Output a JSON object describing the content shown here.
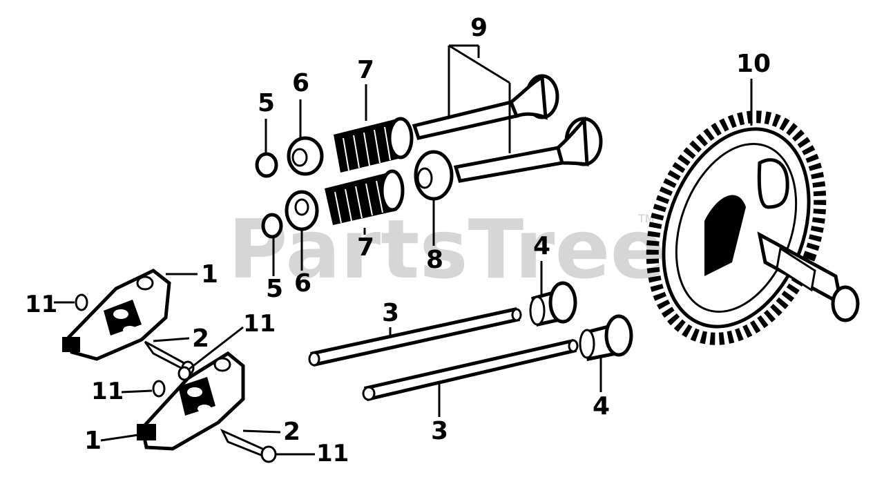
{
  "watermark": {
    "brand": "PartsTree",
    "trademark": "TM"
  },
  "callouts": {
    "n1a": "1",
    "n1b": "1",
    "n2a": "2",
    "n2b": "2",
    "n3a": "3",
    "n3b": "3",
    "n4a": "4",
    "n4b": "4",
    "n5a": "5",
    "n5b": "5",
    "n6a": "6",
    "n6b": "6",
    "n7a": "7",
    "n7b": "7",
    "n8": "8",
    "n9": "9",
    "n10": "10",
    "n11a": "11",
    "n11b": "11",
    "n11c": "11",
    "n11d": "11"
  }
}
